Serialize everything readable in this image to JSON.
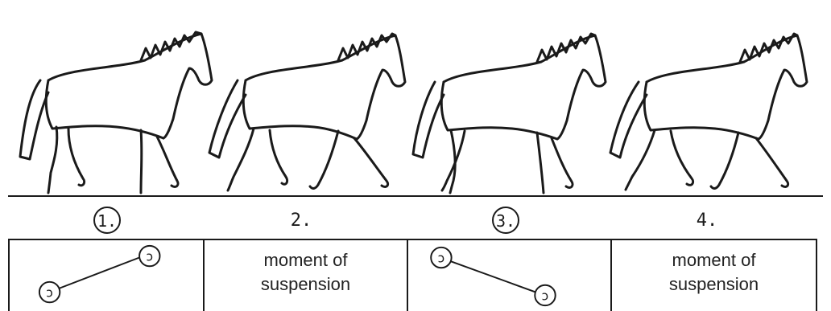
{
  "steps": [
    {
      "number": "1.",
      "circled": true,
      "cell_text": "",
      "hoof_diagram": "left-low-to-right-high"
    },
    {
      "number": "2.",
      "circled": false,
      "cell_text": "moment of\nsuspension",
      "hoof_diagram": ""
    },
    {
      "number": "3.",
      "circled": true,
      "cell_text": "",
      "hoof_diagram": "left-high-to-right-low"
    },
    {
      "number": "4.",
      "circled": false,
      "cell_text": "moment of\nsuspension",
      "hoof_diagram": ""
    }
  ],
  "hoof_glyph": "ɔ",
  "colors": {
    "ink": "#1a1a1a",
    "background": "#ffffff"
  }
}
